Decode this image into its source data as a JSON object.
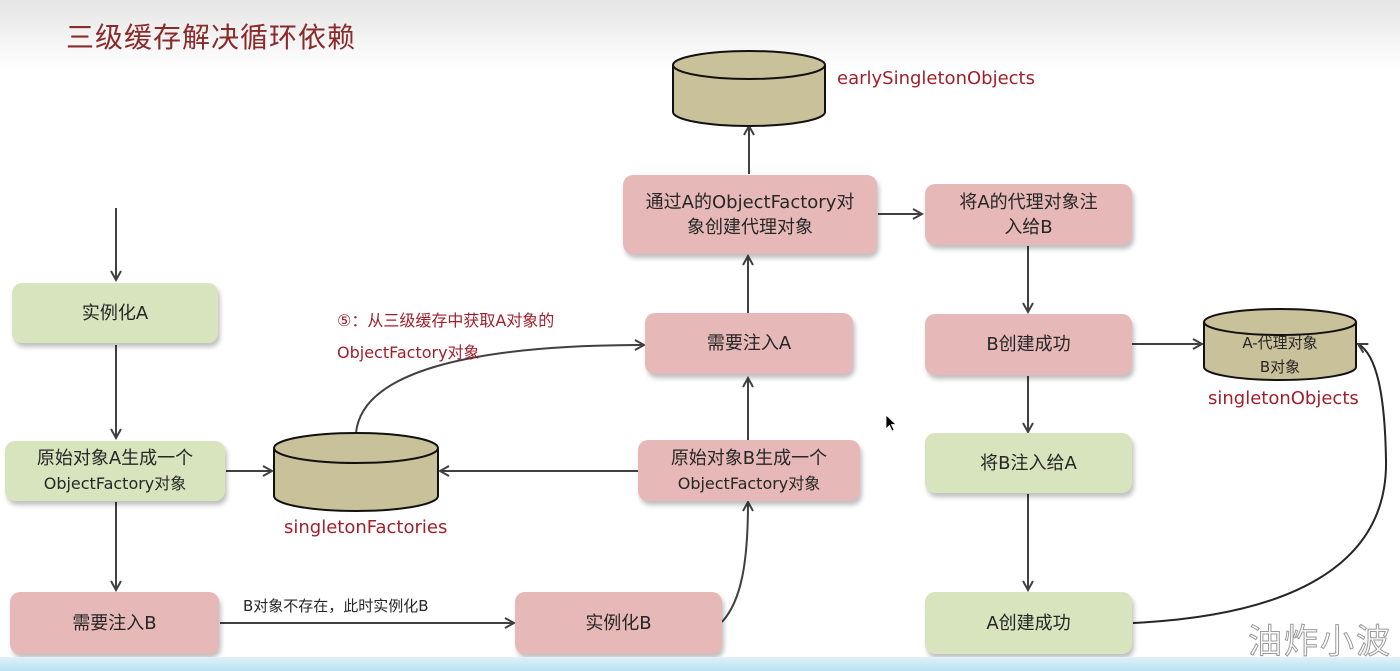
{
  "title": "三级缓存解决循环依赖",
  "colors": {
    "title": "#8b2a2a",
    "label_red": "#a11f2b",
    "node_green": "#d7e4bd",
    "node_pink": "#e6b9b8",
    "db_fill": "#c8c19a",
    "arrow": "#404040"
  },
  "nodes": {
    "instantiate_a": "实例化A",
    "a_factory_line1": "原始对象A生成一个",
    "a_factory_line2": "ObjectFactory对象",
    "need_inject_b": "需要注入B",
    "instantiate_b": "实例化B",
    "b_factory_line1": "原始对象B生成一个",
    "b_factory_line2": "ObjectFactory对象",
    "need_inject_a": "需要注入A",
    "create_proxy_line1": "通过A的ObjectFactory对",
    "create_proxy_line2": "象创建代理对象",
    "inject_proxy_line1": "将A的代理对象注",
    "inject_proxy_line2": "入给B",
    "b_created": "B创建成功",
    "inject_b_to_a": "将B注入给A",
    "a_created": "A创建成功"
  },
  "caches": {
    "early": {
      "label": "earlySingletonObjects"
    },
    "factories": {
      "label": "singletonFactories"
    },
    "singletons": {
      "label": "singletonObjects",
      "content_line1": "A-代理对象",
      "content_line2": "B对象"
    }
  },
  "annotations": {
    "step5_line1": "⑤：从三级缓存中获取A对象的",
    "step5_line2": "ObjectFactory对象",
    "b_not_exist": "B对象不存在，此时实例化B"
  },
  "watermark": "油炸小波"
}
